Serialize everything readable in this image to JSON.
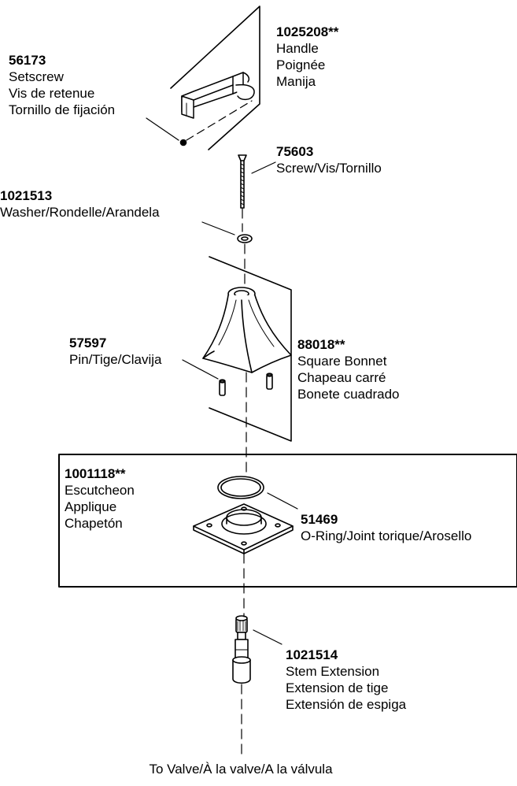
{
  "parts": {
    "handle": {
      "number": "1025208**",
      "lines": [
        "Handle",
        "Poignée",
        "Manija"
      ]
    },
    "setscrew": {
      "number": "56173",
      "lines": [
        "Setscrew",
        "Vis de retenue",
        "Tornillo de fijación"
      ]
    },
    "screw": {
      "number": "75603",
      "lines": [
        "Screw/Vis/Tornillo"
      ]
    },
    "washer": {
      "number": "1021513",
      "lines": [
        "Washer/Rondelle/Arandela"
      ]
    },
    "pin": {
      "number": "57597",
      "lines": [
        "Pin/Tige/Clavija"
      ]
    },
    "bonnet": {
      "number": "88018**",
      "lines": [
        "Square Bonnet",
        "Chapeau carré",
        "Bonete cuadrado"
      ]
    },
    "escutcheon": {
      "number": "1001118**",
      "lines": [
        "Escutcheon",
        "Applique",
        "Chapetón"
      ]
    },
    "oring": {
      "number": "51469",
      "lines": [
        "O-Ring/Joint torique/Arosello"
      ]
    },
    "stem": {
      "number": "1021514",
      "lines": [
        "Stem Extension",
        "Extension de tige",
        "Extensión de espiga"
      ]
    }
  },
  "footer": {
    "to_valve": "To Valve/À la valve/A la válvula"
  }
}
